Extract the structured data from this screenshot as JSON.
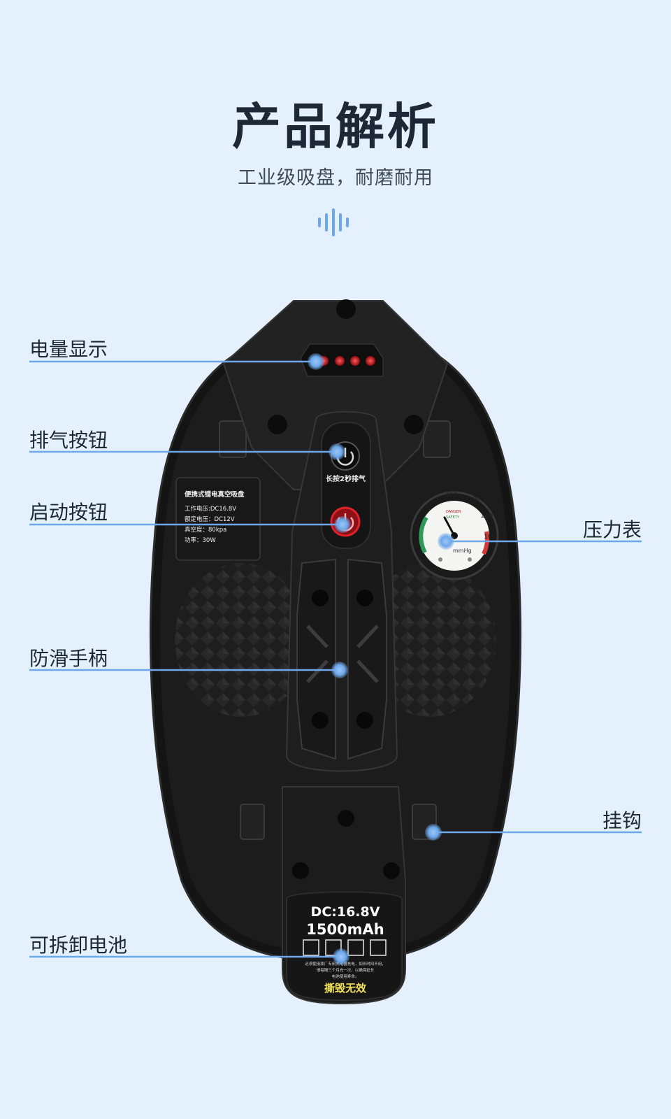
{
  "header": {
    "title": "产品解析",
    "subtitle": "工业级吸盘，耐磨耐用"
  },
  "colors": {
    "background": "#e4f0fb",
    "accent": "#6ea8ea",
    "title": "#1d2735",
    "device": "#1b1b1b",
    "led": "#e0232b"
  },
  "callouts": {
    "battery_display": "电量显示",
    "exhaust_button": "排气按钮",
    "start_button": "启动按钮",
    "pressure_gauge": "压力表",
    "grip": "防滑手柄",
    "hook": "挂钩",
    "battery": "可拆卸电池"
  },
  "device": {
    "exhaust_hint": "长按2秒排气",
    "spec_plate": {
      "title": "便携式锂电真空吸盘",
      "working_voltage": "工作电压:DC16.8V",
      "rated_voltage": "额定电压：DC12V",
      "vacuum": "真空度：80kpa",
      "power": "功率：30W"
    },
    "gauge": {
      "ticks": [
        "400",
        "300",
        "200",
        "100"
      ],
      "danger": "DANGER",
      "safety": "SAFETY",
      "unit": "mmHg"
    },
    "battery_pack": {
      "voltage": "DC:16.8V",
      "capacity": "1500mAh",
      "notice_1": "必须使用原厂专用充电器充电，如长时间不用，",
      "notice_2": "请每隔三个月充一次，以确保延长",
      "notice_3": "电池使用寿命。",
      "seal": "撕毁无效"
    }
  }
}
